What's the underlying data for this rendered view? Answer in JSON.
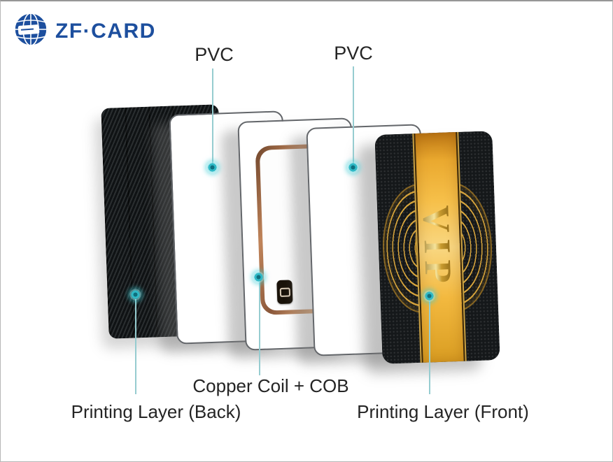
{
  "frame": {
    "background": "#ffffff",
    "border_color": "#b7b7b7"
  },
  "logo": {
    "text": "ZF·CARD",
    "color": "#1d4f9e",
    "icon": "globe-card-icon"
  },
  "callouts": {
    "pvc_left": "PVC",
    "pvc_right": "PVC",
    "copper_cob": "Copper Coil + COB",
    "printing_back": "Printing Layer (Back)",
    "printing_front": "Printing Layer (Front)",
    "accent_color": "#2fb9c6",
    "line_color": "#96ccd0",
    "text_color": "#242424"
  },
  "card_stack": {
    "layers": [
      {
        "id": "printing-layer-back",
        "style": "black-carbon-texture"
      },
      {
        "id": "pvc-layer-back",
        "style": "white-pvc"
      },
      {
        "id": "inlay-layer",
        "style": "copper-coil-with-cob-chip"
      },
      {
        "id": "pvc-layer-front",
        "style": "white-pvc"
      },
      {
        "id": "printing-layer-front",
        "style": "black-gold-vip"
      }
    ],
    "vip_text": "VIP",
    "copper_color": "#a86b43",
    "gold_color": "#f2b945",
    "carbon_color": "#15191b"
  }
}
